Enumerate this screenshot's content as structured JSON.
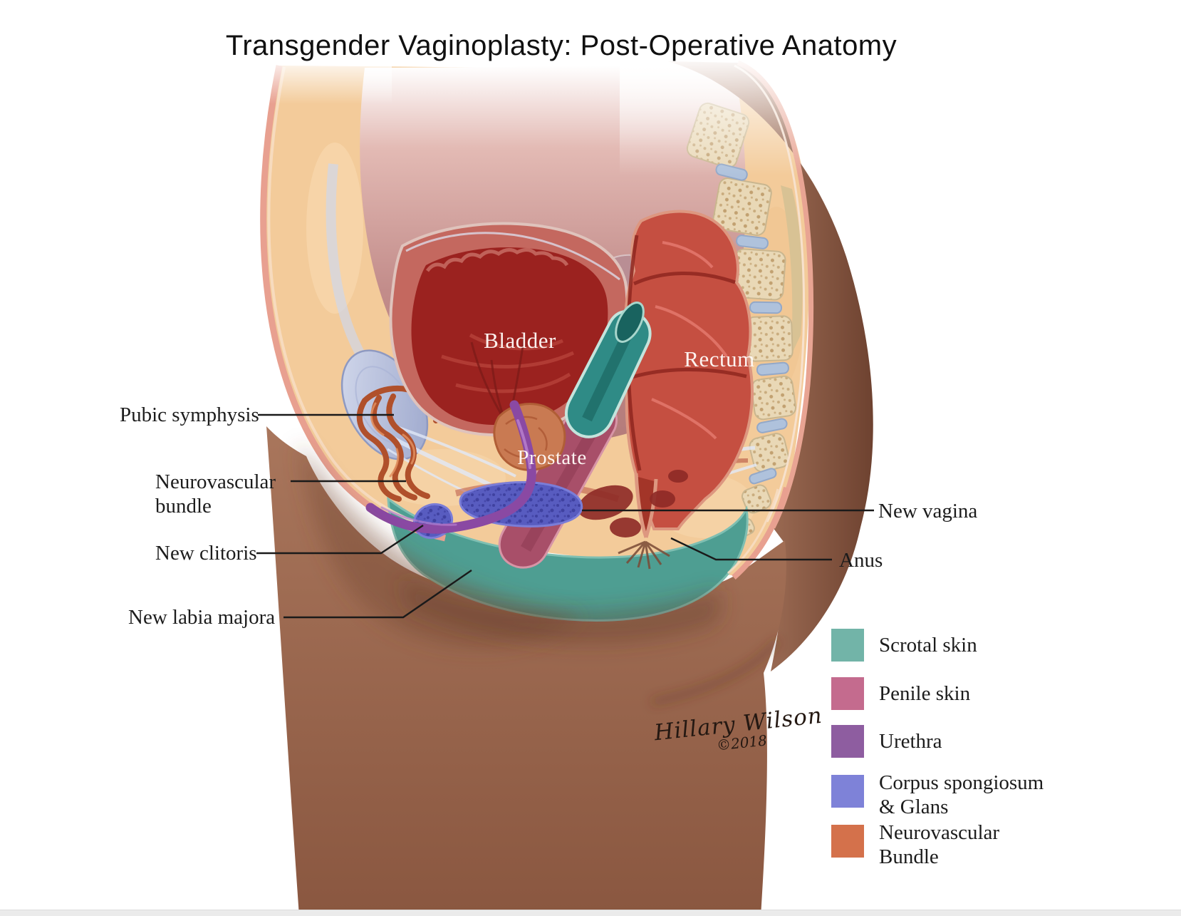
{
  "title": "Transgender Vaginoplasty: Post-Operative Anatomy",
  "organ_labels": {
    "bladder": "Bladder",
    "rectum": "Rectum",
    "prostate": "Prostate"
  },
  "callouts": {
    "pubic_symphysis": "Pubic symphysis",
    "neurovascular_bundle": "Neurovascular bundle",
    "new_clitoris": "New clitoris",
    "new_labia_majora": "New labia majora",
    "new_vagina": "New vagina",
    "anus": "Anus"
  },
  "legend": {
    "items": [
      {
        "label": "Scrotal skin",
        "color": "#72b4a8"
      },
      {
        "label": "Penile skin",
        "color": "#c46b8e"
      },
      {
        "label": "Urethra",
        "color": "#8e5da0"
      },
      {
        "label": "Corpus spongiosum & Glans",
        "color": "#7e82d8"
      },
      {
        "label": "Neurovascular Bundle",
        "color": "#d4714b"
      }
    ]
  },
  "signature": {
    "artist": "Hillary Wilson",
    "year": "©2018"
  }
}
